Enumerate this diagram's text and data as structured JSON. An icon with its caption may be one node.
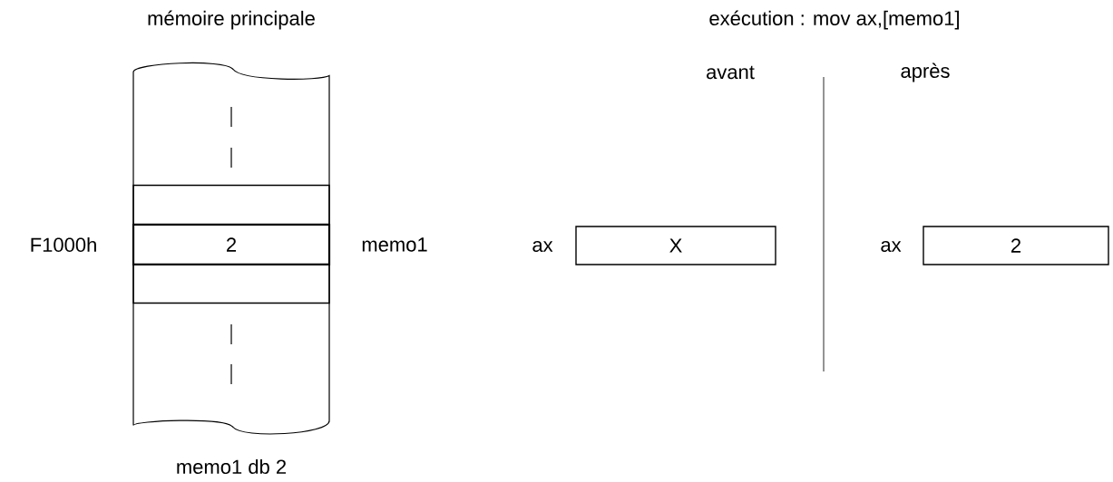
{
  "diagram": {
    "nodes": [
      {
        "text": [],
        "shape": "box"
      },
      {
        "text": [],
        "shape": "box",
        "in": 0
      },
      {
        "text": [
          "2"
        ],
        "in": 0,
        "beside": [
          "F1000h",
          "memo1"
        ]
      },
      {
        "text": [],
        "shape": "box",
        "in": 0
      },
      {
        "text": [
          "X"
        ],
        "beside": [
          "ax"
        ]
      },
      {
        "text": [
          "2"
        ],
        "beside": [
          "ax"
        ]
      }
    ],
    "labels": [
      "mémoire principale",
      "exécution : mov ax,[memo1]",
      "avant",
      "après",
      "memo1 db 2"
    ]
  }
}
